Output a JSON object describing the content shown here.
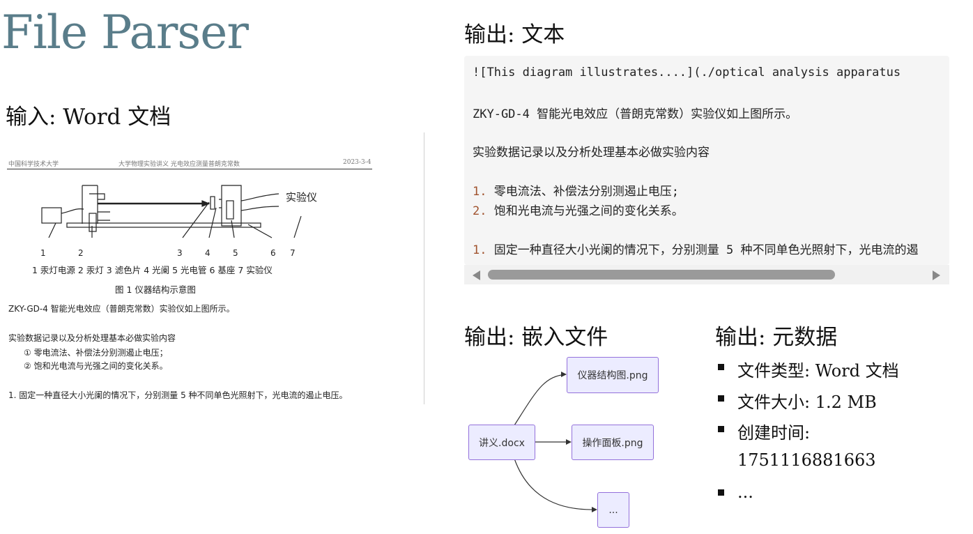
{
  "title": "File Parser",
  "input": {
    "heading": "输入: Word 文档",
    "doc": {
      "header_left": "中国科学技术大学",
      "header_mid": "大学物理实验讲义    光电效应测量普朗克常数",
      "header_right": "2023-3-4",
      "label_apparatus": "实验仪",
      "numbers": [
        "1",
        "2",
        "3",
        "4",
        "5",
        "6",
        "7"
      ],
      "legend": "1 汞灯电源   2 汞灯   3 滤色片   4 光阑   5 光电管   6 基座   7 实验仪",
      "caption": "图 1    仪器结构示意图",
      "para1": "ZKY-GD-4 智能光电效应（普朗克常数）实验仪如上图所示。",
      "para2": "实验数据记录以及分析处理基本必做实验内容",
      "item1": "①   零电流法、补偿法分别测遏止电压；",
      "item2": "②   饱和光电流与光强之间的变化关系。",
      "para3": "1. 固定一种直径大小光阑的情况下，分别测量  5  种不同单色光照射下，光电流的遏止电压。"
    }
  },
  "output_text": {
    "heading": "输出: 文本",
    "lines": {
      "l1": "![This diagram illustrates....](./optical analysis apparatus",
      "l2": "ZKY-GD-4 智能光电效应（普朗克常数）实验仪如上图所示。",
      "l3": "实验数据记录以及分析处理基本必做实验内容",
      "l4_num": "1.",
      "l4": "零电流法、补偿法分别测遏止电压;",
      "l5_num": "2.",
      "l5": "饱和光电流与光强之间的变化关系。",
      "l6_num": "1.",
      "l6": "固定一种直径大小光阑的情况下，分别测量 5 种不同单色光照射下，光电流的遏"
    }
  },
  "output_embedded": {
    "heading": "输出: 嵌入文件",
    "source": "讲义.docx",
    "targets": [
      "仪器结构图.png",
      "操作面板.png",
      "..."
    ]
  },
  "output_meta": {
    "heading": "输出: 元数据",
    "items": [
      "文件类型:   Word 文档",
      "文件大小:   1.2 MB",
      "创建时间:",
      "1751116881663",
      "..."
    ]
  },
  "colors": {
    "title": "#5a7d8a",
    "node_fill": "#ececff",
    "node_border": "#9370db",
    "list_number": "#a0522d"
  }
}
